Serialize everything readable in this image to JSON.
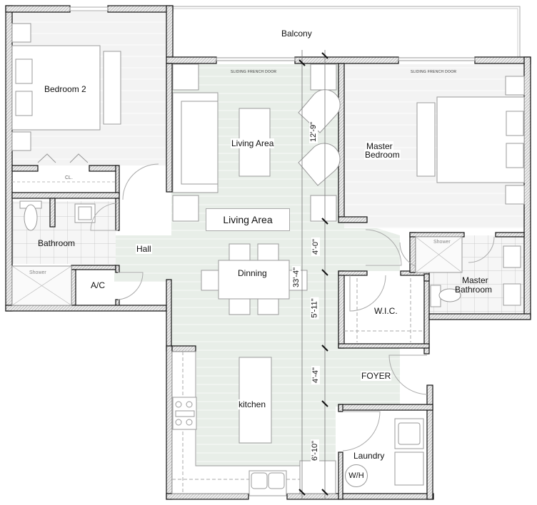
{
  "plan": {
    "title": "Apartment Floor Plan",
    "colors": {
      "wall_fill": "#d8d8d8",
      "wall_line": "#111111",
      "common_floor": "#e9efe9",
      "room_floor": "#f3f3f3",
      "furniture_line": "#9a9a9a"
    },
    "rooms": {
      "balcony": "Balcony",
      "bedroom2": "Bedroom 2",
      "closet": "CL.",
      "bathroom": "Bathroom",
      "bath_shower": "Shower",
      "hall": "Hall",
      "ac": "A/C",
      "living_area": "Living Area",
      "living_area_tag": "Living Area",
      "dining": "Dinning",
      "master_bedroom_line1": "Master",
      "master_bedroom_line2": "Bedroom",
      "master_shower": "Shower",
      "master_bath_line1": "Master",
      "master_bath_line2": "Bathroom",
      "wic": "W.I.C.",
      "foyer": "FOYER",
      "kitchen": "kitchen",
      "laundry": "Laundry",
      "water_heater": "W/H"
    },
    "doors": {
      "living_sliding": "SLIDING FRENCH DOOR",
      "master_sliding": "SLIDING FRENCH DOOR"
    },
    "dimensions": {
      "total": "33'-4\"",
      "seg1": "12'-9\"",
      "seg2": "4'-0\"",
      "seg3": "5'-11\"",
      "seg4": "4'-4\"",
      "seg5": "6'-10\""
    }
  }
}
